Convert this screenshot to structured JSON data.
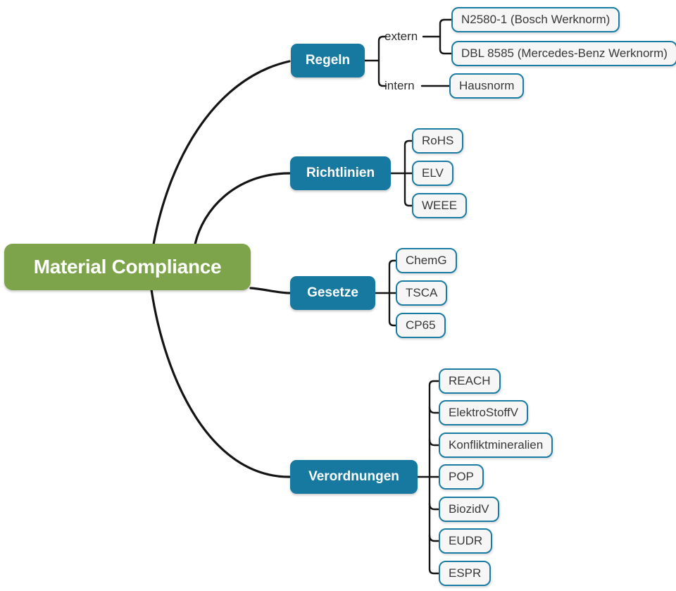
{
  "colors": {
    "root_bg": "#7da44b",
    "branch_bg": "#17799f",
    "leaf_bg": "#f6f6f6",
    "leaf_border": "#1b7ca3",
    "leaf_text": "#383838",
    "node_text": "#ffffff",
    "line": "#141414"
  },
  "root": {
    "label": "Material Compliance"
  },
  "branches": [
    {
      "label": "Regeln",
      "groups": [
        {
          "label": "extern",
          "children": [
            "N2580-1 (Bosch Werknorm)",
            "DBL 8585 (Mercedes-Benz Werknorm)"
          ]
        },
        {
          "label": "intern",
          "children": [
            "Hausnorm"
          ]
        }
      ]
    },
    {
      "label": "Richtlinien",
      "children": [
        "RoHS",
        "ELV",
        "WEEE"
      ]
    },
    {
      "label": "Gesetze",
      "children": [
        "ChemG",
        "TSCA",
        "CP65"
      ]
    },
    {
      "label": "Verordnungen",
      "children": [
        "REACH",
        "ElektroStoffV",
        "Konfliktmineralien",
        "POP",
        "BiozidV",
        "EUDR",
        "ESPR"
      ]
    }
  ]
}
